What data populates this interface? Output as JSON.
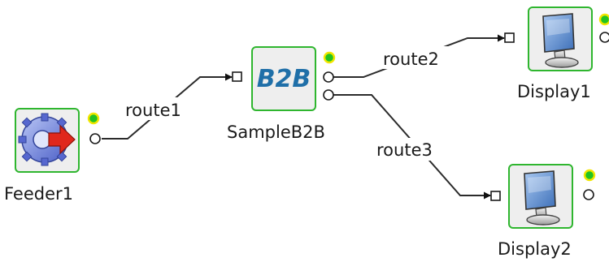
{
  "diagram": {
    "nodes": [
      {
        "id": "feeder1",
        "label": "Feeder1",
        "icon": "feeder-gear-arrow-icon",
        "status_color": "#22c322"
      },
      {
        "id": "sampleb2b",
        "label": "SampleB2B",
        "icon": "b2b-logo-icon",
        "icon_text": "B2B",
        "status_color": "#22c322"
      },
      {
        "id": "display1",
        "label": "Display1",
        "icon": "monitor-icon",
        "status_color": "#22c322"
      },
      {
        "id": "display2",
        "label": "Display2",
        "icon": "monitor-icon",
        "status_color": "#22c322"
      }
    ],
    "routes": [
      {
        "id": "route1",
        "label": "route1",
        "from": "feeder1",
        "to": "sampleb2b"
      },
      {
        "id": "route2",
        "label": "route2",
        "from": "sampleb2b",
        "to": "display1"
      },
      {
        "id": "route3",
        "label": "route3",
        "from": "sampleb2b",
        "to": "display2"
      }
    ]
  }
}
